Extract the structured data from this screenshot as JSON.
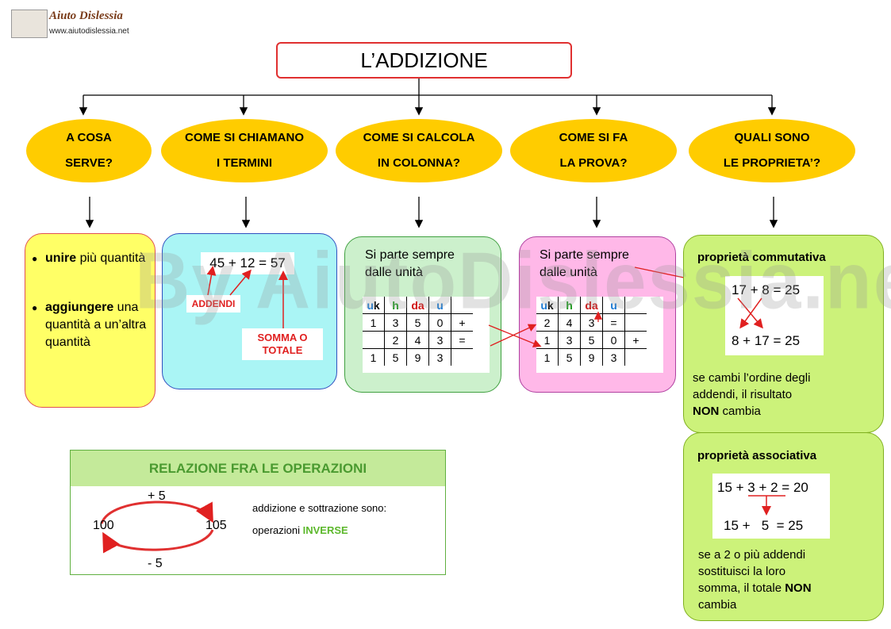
{
  "header": {
    "logo_title": "Aiuto Dislessia",
    "logo_url": "www.aiutodislessia.net",
    "watermark": "By AiutoDislessia.net"
  },
  "title": "L’ADDIZIONE",
  "colors": {
    "oval": "#ffcc00",
    "title_border": "#e03030",
    "arrow_red": "#e02020",
    "inverse_green": "#5cb82c"
  },
  "questions": [
    {
      "line1": "A COSA",
      "line2": "SERVE?"
    },
    {
      "line1": "COME SI CHIAMANO",
      "line2": "I TERMINI"
    },
    {
      "line1": "COME SI CALCOLA",
      "line2": "IN COLONNA?"
    },
    {
      "line1": "COME SI FA",
      "line2": "LA PROVA?"
    },
    {
      "line1": "QUALI SONO",
      "line2": "LE PROPRIETA’?"
    }
  ],
  "uses": [
    {
      "bullet": "●",
      "bold": "unire",
      "rest": " più quantità"
    },
    {
      "bullet": "●",
      "bold": "aggiungere",
      "rest": " una quantità a un’altra quantità"
    }
  ],
  "terms": {
    "equation": "45 + 12 = 57",
    "addends_label": "ADDENDI",
    "sum_label_1": "SOMMA O",
    "sum_label_2": "TOTALE"
  },
  "column": {
    "intro": "Si parte sempre dalle unità",
    "headers": [
      {
        "a": "u",
        "b": "k",
        "a_color": "#1a7ad4",
        "b_color": "#000000"
      },
      {
        "a": "h",
        "b": "",
        "a_color": "#1a9a1a",
        "b_color": "#000000"
      },
      {
        "a": "da",
        "b": "",
        "a_color": "#d01010",
        "b_color": "#000000"
      },
      {
        "a": "u",
        "b": "",
        "a_color": "#1a7ad4",
        "b_color": "#000000"
      }
    ],
    "rows": [
      [
        "1",
        "3",
        "5",
        "0",
        "+"
      ],
      [
        "",
        "2",
        "4",
        "3",
        "="
      ],
      [
        "1",
        "5",
        "9",
        "3",
        ""
      ]
    ]
  },
  "proof": {
    "intro": "Si parte sempre dalle unità",
    "rows": [
      [
        "2",
        "4",
        "3",
        "=",
        ""
      ],
      [
        "1",
        "3",
        "5",
        "0",
        "+"
      ],
      [
        "1",
        "5",
        "9",
        "3",
        ""
      ]
    ]
  },
  "commutative": {
    "title": "proprietà commutativa",
    "line1": "17 + 8 = 25",
    "line2": "8 + 17 = 25",
    "desc_1": "se cambi l’ordine degli",
    "desc_2": "addendi, il risultato",
    "desc_bold": "NON",
    "desc_3": " cambia"
  },
  "associative": {
    "title": "proprietà associativa",
    "line1": "15 + 3 + 2 = 20",
    "line2": "15 +   5  = 25",
    "desc_1": "se a 2 o più addendi",
    "desc_2": "sostituisci la loro",
    "desc_3": "somma, il totale ",
    "desc_bold": "NON",
    "desc_4": "cambia"
  },
  "relation": {
    "title": "RELAZIONE FRA LE OPERAZIONI",
    "plus": "+ 5",
    "minus": "- 5",
    "left_num": "100",
    "right_num": "105",
    "text_1": "addizione e sottrazione sono:",
    "text_2": "operazioni ",
    "text_inverse": "INVERSE"
  }
}
